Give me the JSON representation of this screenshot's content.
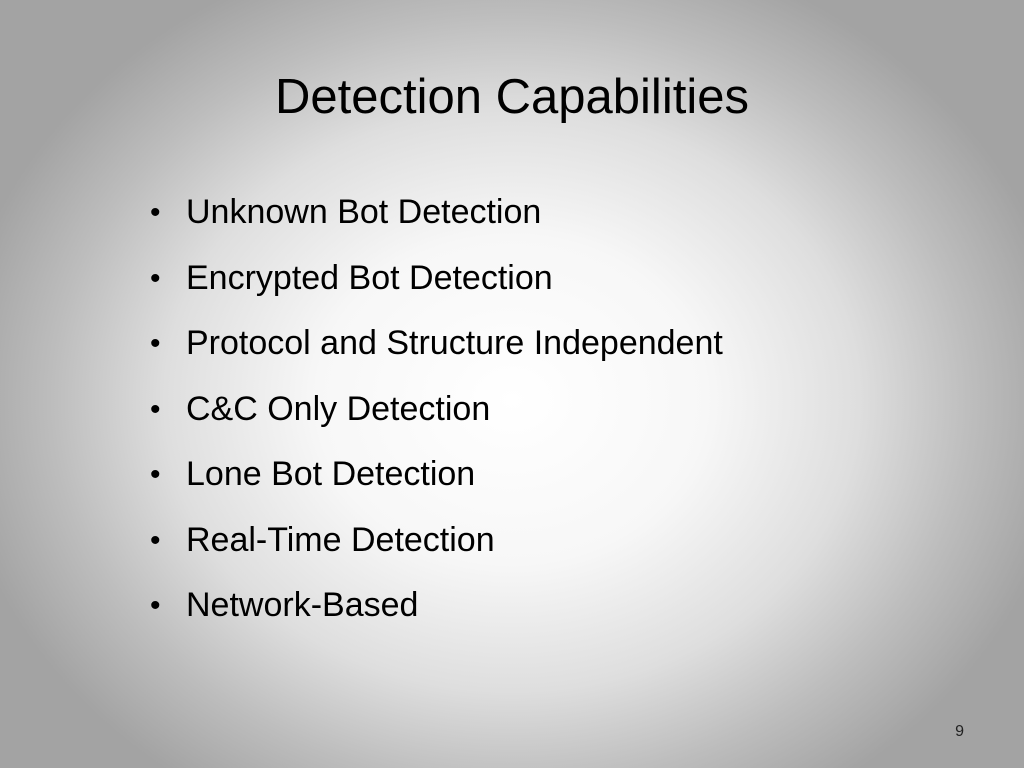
{
  "slide": {
    "title": "Detection Capabilities",
    "bullets": [
      "Unknown Bot Detection",
      "Encrypted Bot Detection",
      "Protocol and Structure Independent",
      "C&C Only Detection",
      "Lone Bot Detection",
      "Real-Time Detection",
      "Network-Based"
    ],
    "bullet_glyph": "•",
    "page_number": "9"
  },
  "colors": {
    "text": "#000000",
    "background_center": "#ffffff",
    "background_edge": "#a3a3a3"
  }
}
